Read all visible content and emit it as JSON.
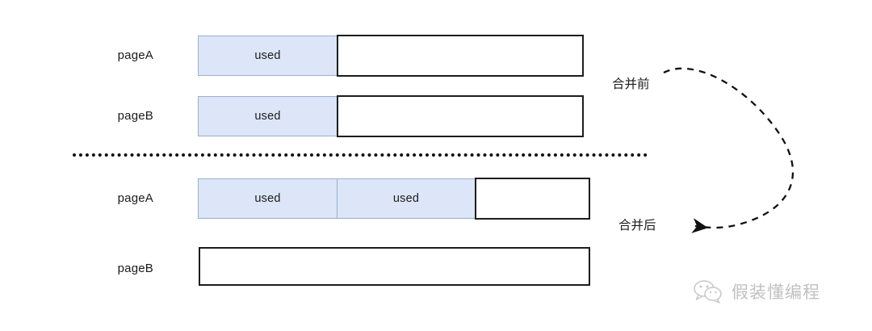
{
  "diagram": {
    "title": "page merge before/after memory layout",
    "colors": {
      "used_fill": "#dce6f8",
      "used_border": "#9bb0cc",
      "free_border": "#1d1d1d",
      "text": "#1b1b1b",
      "divider": "#111111",
      "watermark": "#8d8d8d"
    },
    "before": {
      "rows": [
        {
          "label": "pageA",
          "segments": [
            {
              "kind": "used",
              "text": "used"
            },
            {
              "kind": "free",
              "text": ""
            }
          ]
        },
        {
          "label": "pageB",
          "segments": [
            {
              "kind": "used",
              "text": "used"
            },
            {
              "kind": "free",
              "text": ""
            }
          ]
        }
      ]
    },
    "after": {
      "rows": [
        {
          "label": "pageA",
          "segments": [
            {
              "kind": "used",
              "text": "used"
            },
            {
              "kind": "used",
              "text": "used"
            },
            {
              "kind": "free",
              "text": ""
            }
          ]
        },
        {
          "label": "pageB",
          "segments": [
            {
              "kind": "free",
              "text": ""
            }
          ]
        }
      ]
    },
    "annotations": {
      "before_label": "合并前",
      "after_label": "合并后"
    },
    "watermark": {
      "text": "假装懂编程",
      "icon": "wechat-icon"
    }
  }
}
